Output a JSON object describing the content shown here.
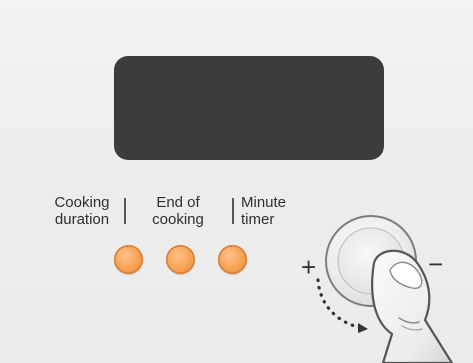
{
  "labels": {
    "cooking_duration": "Cooking\nduration",
    "end_of_cooking": "End of\ncooking",
    "minute_timer": "Minute\ntimer"
  },
  "knob": {
    "plus": "+",
    "minus": "−"
  },
  "colors": {
    "display": "#3c3c3c",
    "led": "#f7a052",
    "panel": "#efefef"
  }
}
